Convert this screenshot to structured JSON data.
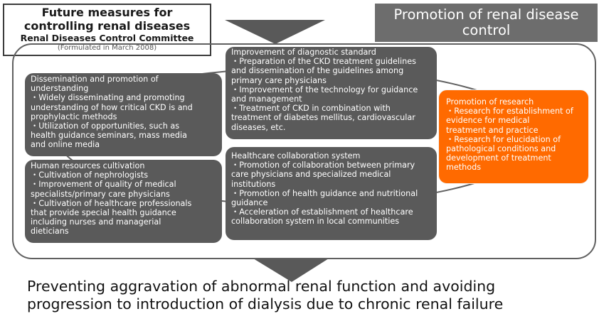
{
  "title_box": {
    "line1": "Future measures for",
    "line2": "controlling renal diseases",
    "committee": "Renal Diseases Control Committee",
    "date": "(Formulated in March 2008)"
  },
  "promotion_banner": {
    "line1": "Promotion of renal disease",
    "line2": "control"
  },
  "boxes": {
    "dissemination": {
      "lines": [
        "Dissemination and promotion of",
        "understanding",
        "・Widely disseminating  and promoting",
        "understanding of how critical CKD is and",
        "prophylactic methods",
        "・Utilization of opportunities, such as",
        "health guidance seminars, mass media",
        "and online media"
      ]
    },
    "diagnostic": {
      "lines": [
        "Improvement  of diagnostic standard",
        "・Preparation of the CKD treatment guidelines",
        "and dissemination  of the guidelines among",
        "primary  care physicians",
        "・Improvement of the technology for guidance",
        "and management",
        "・Treatment of CKD in combination with",
        "treatment of diabetes mellitus, cardiovascular",
        "diseases, etc."
      ]
    },
    "research": {
      "lines": [
        "Promotion of research",
        "・Research for establishment of",
        "evidence for medical",
        "treatment and practice",
        "・Research for elucidation of",
        "pathological conditions and",
        "development of treatment",
        "methods"
      ]
    },
    "human_resources": {
      "lines": [
        "Human resources cultivation",
        "・Cultivation of nephrologists",
        "・Improvement of quality of medical",
        "specialists/primary  care physicians",
        "・Cultivation of healthcare professionals",
        "that provide special health guidance",
        "including nurses and managerial",
        "dieticians"
      ]
    },
    "collaboration": {
      "lines": [
        "Healthcare collaboration system",
        "・Promotion of collaboration between primary",
        "care physicians and specialized medical",
        "institutions",
        "・Promotion of health guidance and nutritional",
        "guidance",
        "・Acceleration of establishment of healthcare",
        "collaboration system  in local communities"
      ]
    }
  },
  "bottom": {
    "line1": "Preventing aggravation of abnormal renal function and avoiding",
    "line2": "progression to introduction of dialysis due to chronic renal failure"
  },
  "colors": {
    "dark_box": "#5a5a5a",
    "accent_orange": "#ff6a00",
    "banner_gray": "#6d6d6d",
    "arrow_gray": "#595959"
  }
}
